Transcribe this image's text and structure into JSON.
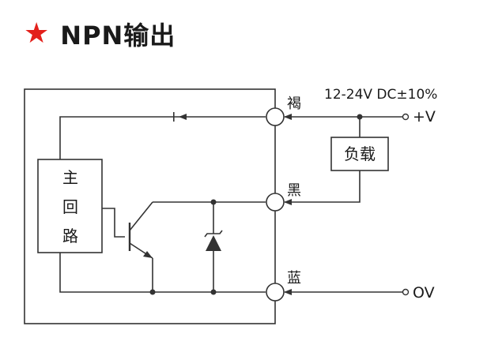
{
  "header": {
    "star_symbol": "★",
    "title": "NPN输出",
    "star_color": "#e3201b"
  },
  "diagram": {
    "supply_label": "12-24V DC±10%",
    "terminal_positive": "+V",
    "terminal_zero": "OV",
    "wire_brown": "褐",
    "wire_black": "黑",
    "wire_blue": "蓝",
    "load_label": "负载",
    "main_circuit": [
      "主",
      "回",
      "路"
    ],
    "line_color": "#333333"
  }
}
